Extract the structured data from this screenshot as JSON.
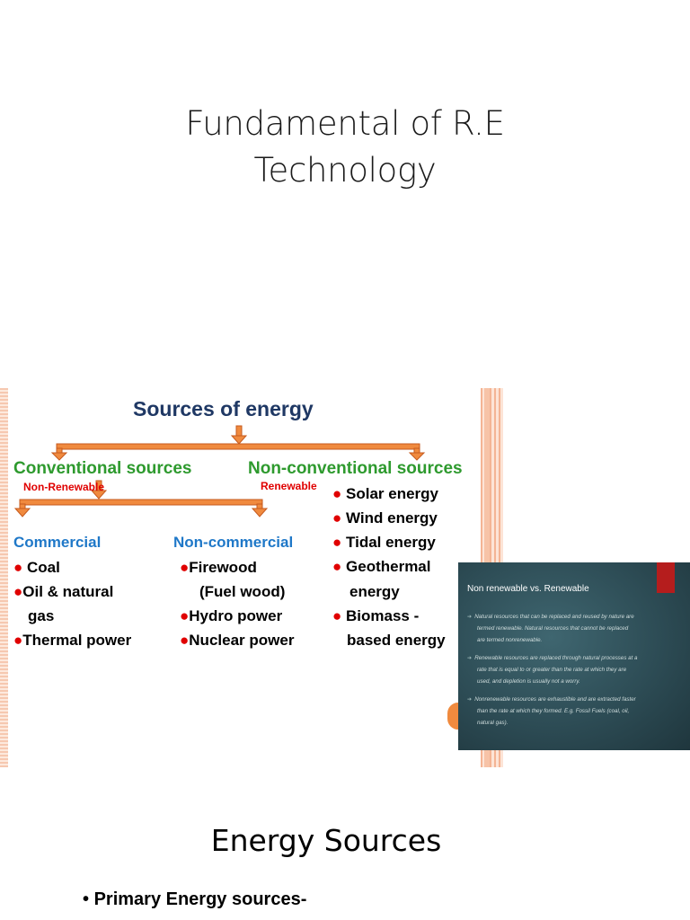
{
  "slide1": {
    "title_line1": "Fundamental of R.E",
    "title_line2": "Technology"
  },
  "slide2": {
    "heading": "Sources of energy",
    "conventional": "Conventional sources",
    "nonconventional": "Non-conventional sources",
    "nonrenewable_label": "Non-Renewable",
    "renewable_label": "Renewable",
    "commercial": "Commercial",
    "noncommercial": "Non-commercial",
    "commercial_items": [
      "Coal",
      "Oil & natural",
      "gas",
      "Thermal power"
    ],
    "noncommercial_items": [
      "Firewood",
      "(Fuel wood)",
      "Hydro power",
      "Nuclear power"
    ],
    "nonconventional_items": [
      "Solar energy",
      "Wind energy",
      "Tidal energy",
      "Geothermal",
      "energy",
      "Biomass -",
      "based energy"
    ],
    "colors": {
      "heading": "#1f3864",
      "green": "#2e9a2e",
      "blue": "#1f78c8",
      "red": "#e00000",
      "arrow": "#f08a3e"
    }
  },
  "slide3": {
    "title": "Non renewable vs. Renewable",
    "p1a": "Natural resources that can be replaced and reused by nature are",
    "p1b": "termed renewable.  Natural resources that cannot be replaced",
    "p1c": "are termed nonrenewable.",
    "p2a": "Renewable resources are replaced through natural processes at a",
    "p2b": "rate that is equal to or greater than the rate at which they are",
    "p2c": "used, and depletion is usually not a worry.",
    "p3a": "Nonrenewable resources are exhaustible and are extracted faster",
    "p3b": "than the rate at which they formed.  E.g. Fossil Fuels (coal, oil,",
    "p3c": "natural gas).",
    "bullet": "➔",
    "colors": {
      "bg": "#2d4c55",
      "tab": "#b51d1d"
    }
  },
  "slide4": {
    "title": "Energy Sources",
    "bullet": "•",
    "bullet_text": "Primary Energy sources-"
  }
}
